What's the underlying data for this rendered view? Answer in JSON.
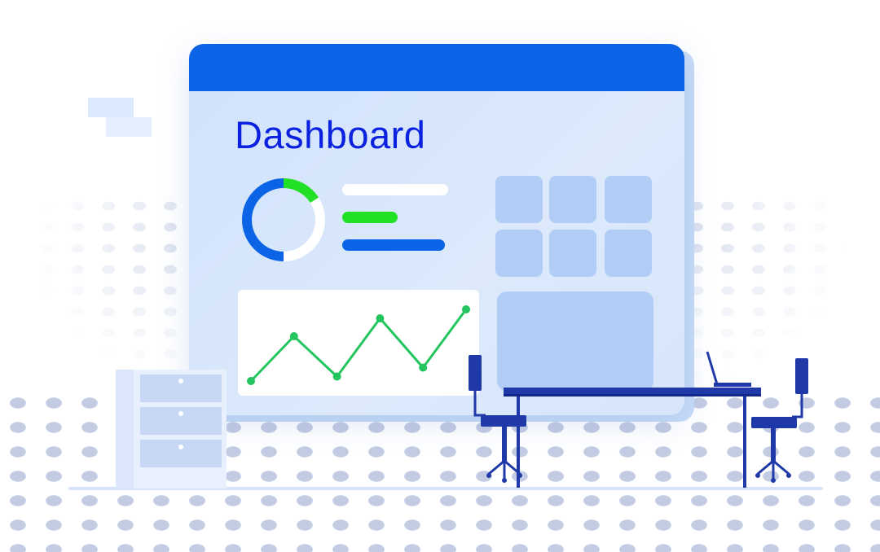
{
  "dashboard": {
    "title": "Dashboard"
  },
  "donut": {
    "segments": [
      {
        "fraction": 0.16,
        "color": "#22e025"
      },
      {
        "fraction": 0.34,
        "color": "#ffffff"
      },
      {
        "fraction": 0.5,
        "color": "#0b63e5"
      }
    ]
  },
  "line_chart": {
    "values": [
      1,
      6,
      1.5,
      8,
      2.5,
      9
    ],
    "line_color": "#22c55e"
  },
  "colors": {
    "window_bar": "#0b63e5",
    "title": "#0a22e0",
    "accent_green": "#22e025",
    "accent_blue": "#0b63e5",
    "tile": "#b2cdf5",
    "furniture": "#1f3aa8"
  },
  "scene": {
    "elements": [
      "file-cabinet",
      "office-chair",
      "desk",
      "laptop",
      "office-chair"
    ]
  }
}
